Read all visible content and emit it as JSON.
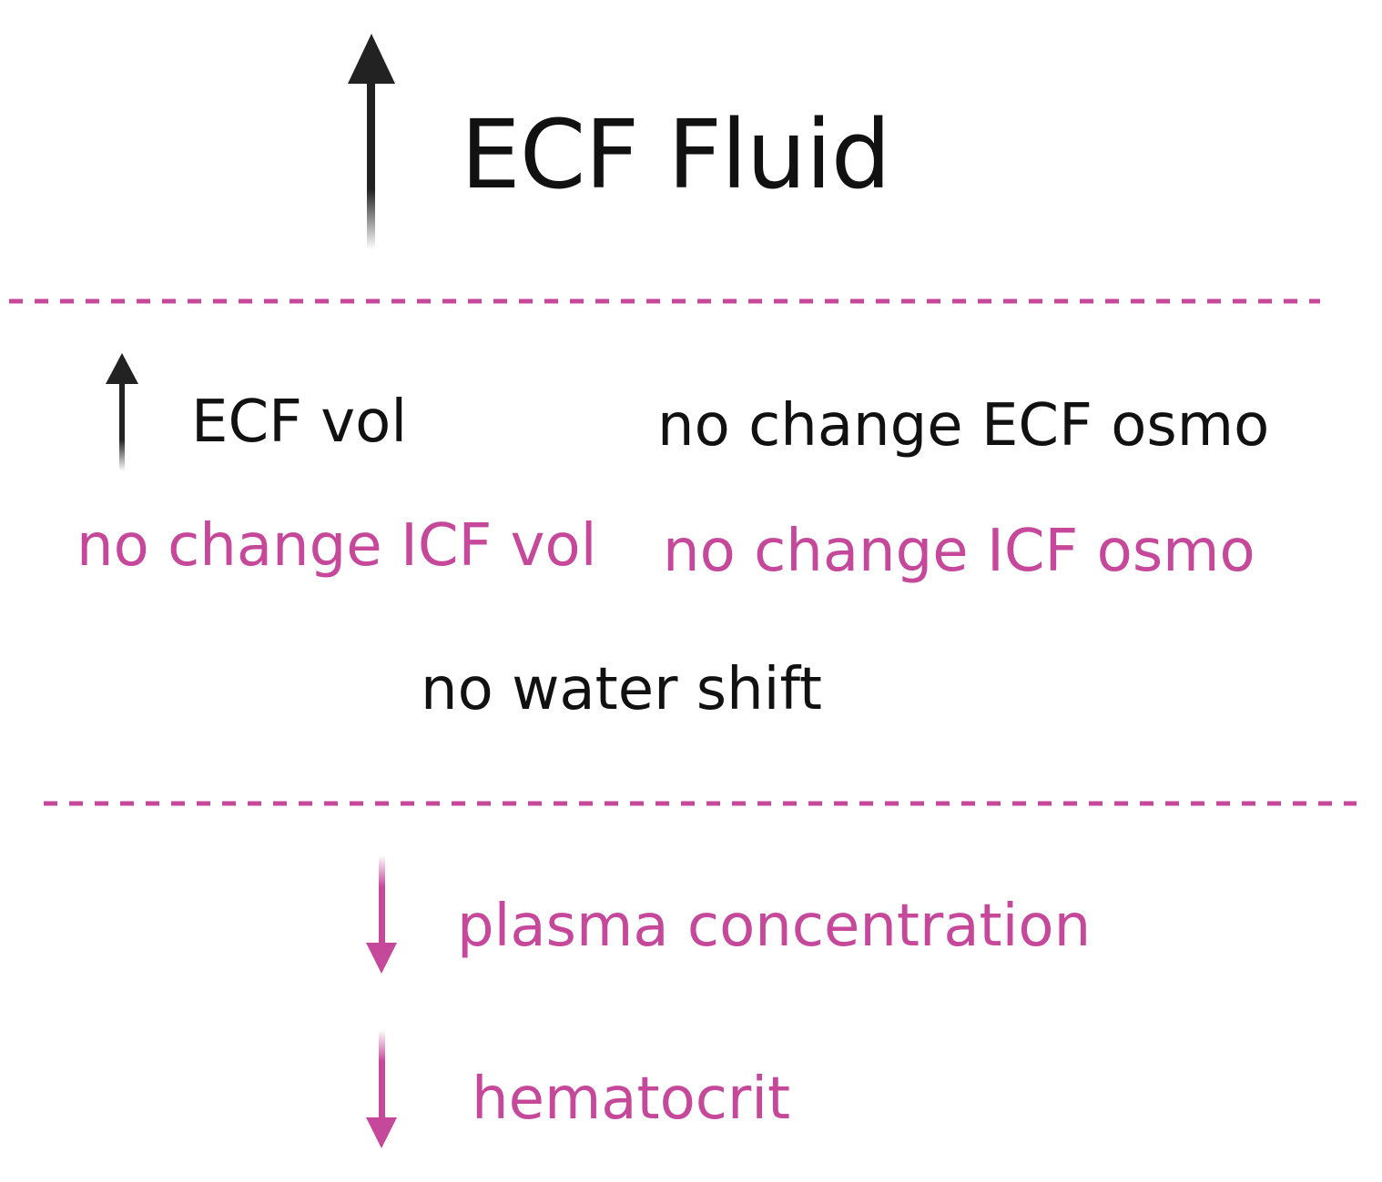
{
  "title": "ECF Fluid",
  "labels": {
    "ecf_vol": "ECF vol",
    "ecf_osmo": "no change ECF osmo",
    "icf_vol": "no change ICF vol",
    "icf_osmo": "no change ICF osmo",
    "water_shift": "no water shift",
    "plasma": "plasma concentration",
    "hematocrit": "hematocrit"
  },
  "arrows": {
    "title_arrow": "up-arrow-icon",
    "ecf_vol_arrow": "up-arrow-icon",
    "plasma_arrow": "down-arrow-icon",
    "hematocrit_arrow": "down-arrow-icon"
  },
  "colors": {
    "text_dark": "#111111",
    "accent_pink": "#c5489a",
    "arrow_dark": "#222222",
    "divider": "#c5489a"
  }
}
